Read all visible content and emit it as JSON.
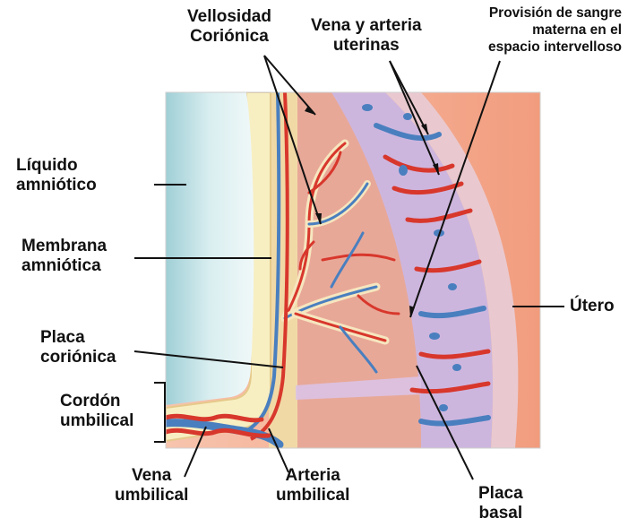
{
  "labels": {
    "vellosidad": [
      "Vellosidad",
      "Coriónica"
    ],
    "vena_arteria_uterinas": [
      "Vena y arteria",
      "uterinas"
    ],
    "provision": [
      "Provisión de sangre",
      "materna en el",
      "espacio intervelloso"
    ],
    "liquido": [
      "Líquido",
      "amniótico"
    ],
    "membrana": [
      "Membrana",
      "amniótica"
    ],
    "placa_corionica": [
      "Placa",
      "coriónica"
    ],
    "cordon": [
      "Cordón",
      "umbilical"
    ],
    "vena_umbilical": [
      "Vena",
      "umbilical"
    ],
    "arteria_umbilical": [
      "Arteria",
      "umbilical"
    ],
    "placa_basal": [
      "Placa",
      "basal"
    ],
    "utero": "Útero"
  },
  "colors": {
    "amniotic_fluid": "#cfe8ec",
    "amnion": "#f3e8b0",
    "chorionic_plate": "#f0d7a0",
    "intervillous": "#e7a592",
    "decidua": "#c9b2dc",
    "uterus": "#f6b9a0",
    "artery": "#d8372c",
    "vein": "#4a7fbf"
  }
}
